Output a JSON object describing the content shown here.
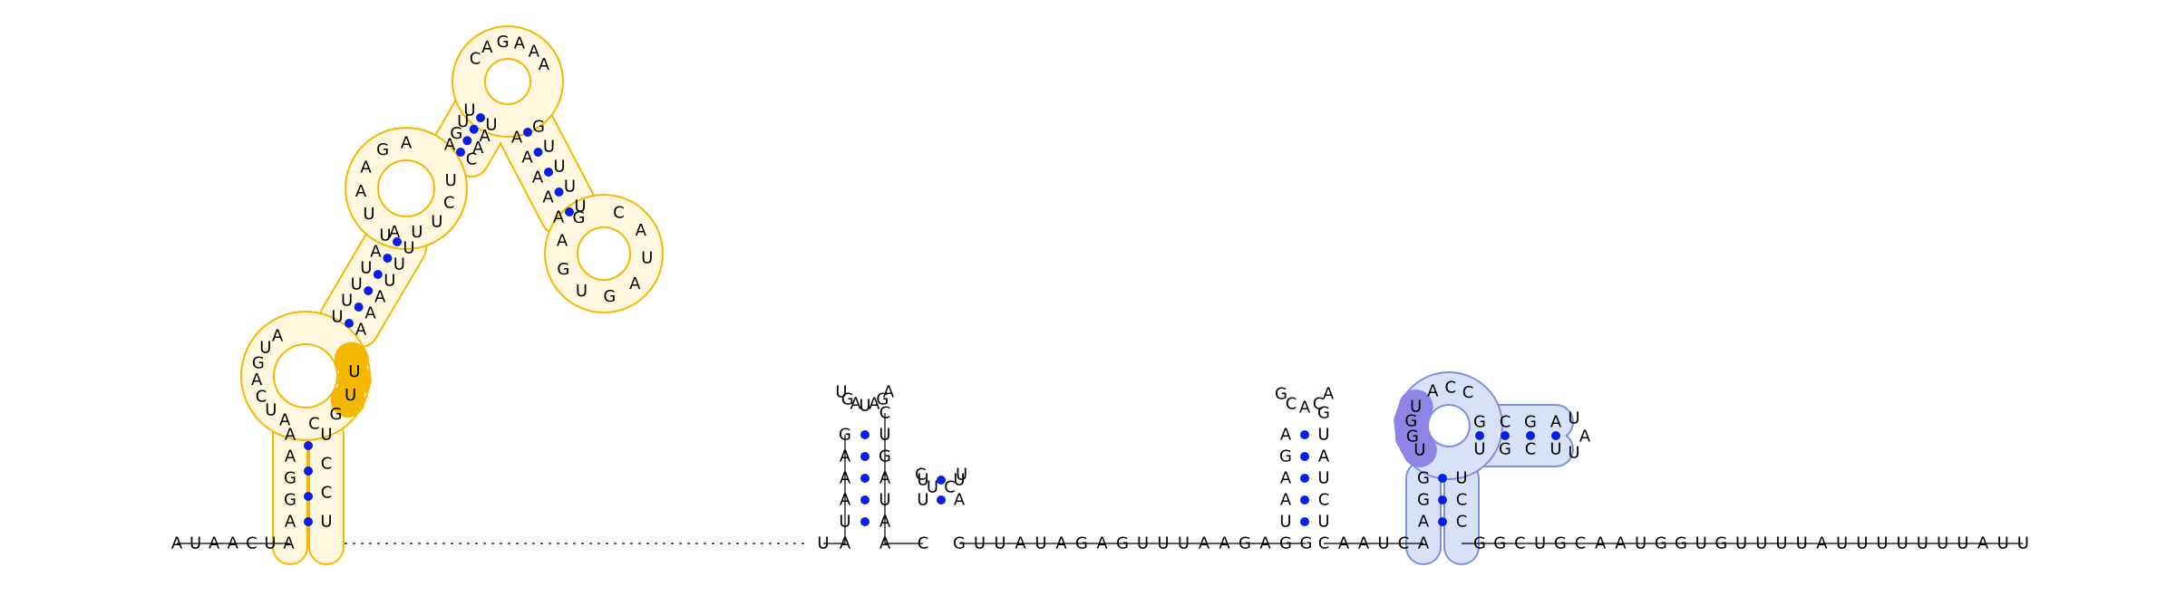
{
  "diagram": {
    "type": "rna-secondary-structure",
    "colors": {
      "base_pair_dot": "#0a1ee6",
      "domain_a_outline": "#f5b800",
      "domain_a_fill": "#fff8df",
      "domain_a_highlight": "#f5b800",
      "domain_b_outline": "#7f8fe0",
      "domain_b_fill": "#d8e2f6",
      "domain_b_highlight": "#8e84e6"
    },
    "domain_a": {
      "stem1_left": "AGGAA",
      "stem1_right": "UCCU",
      "loop1_right": "CGUU",
      "stem2_left": "UUUUAU",
      "stem2_right": "UUUAAA",
      "loop1_left": "AUCAGUA",
      "interior_left": "UAAGA",
      "interior_right": "AUUCU",
      "stem3_left": "AGUU",
      "stem3_right": "UAAC",
      "apex_loop": "CAGAAA",
      "branch_stem_left": "GUUUU",
      "branch_stem_right": "AAAAA",
      "branch_loop": "CAUAGUGAG",
      "highlight": "UUG"
    },
    "hairpin_1": {
      "stem_5p": "UAAAG",
      "stem_3p": "CUGAUA",
      "loop": "UGAUAGA"
    },
    "hairpin_2": {
      "stem_5p": "UU",
      "stem_3p": "UA",
      "loop": "CUCU"
    },
    "hairpin_3": {
      "stem_5p": "UAAGA",
      "stem_3p": "GUAUCU",
      "loop": "GCACA"
    },
    "domain_b": {
      "stem_left": "AGG",
      "stem_right": "CCU",
      "highlight": "UGGU",
      "loop": "ACC",
      "branch_stem_top": "GCGA",
      "branch_stem_bottom": "UGCU",
      "branch_loop": "UAU"
    },
    "baseline": {
      "lead_5p": "AUAACUA",
      "segment_after_domain_a": "UA",
      "between_hairpins": "AC",
      "after_hairpin_2": "GUUAUAGAGUUUAAGAGG",
      "between_hairpin_3_and_domain_b": "CAAUCA",
      "tail_3p": "GGCUGCAAUGGUGUUUUAUUUUUUUAUU",
      "gap_count": 23
    }
  }
}
